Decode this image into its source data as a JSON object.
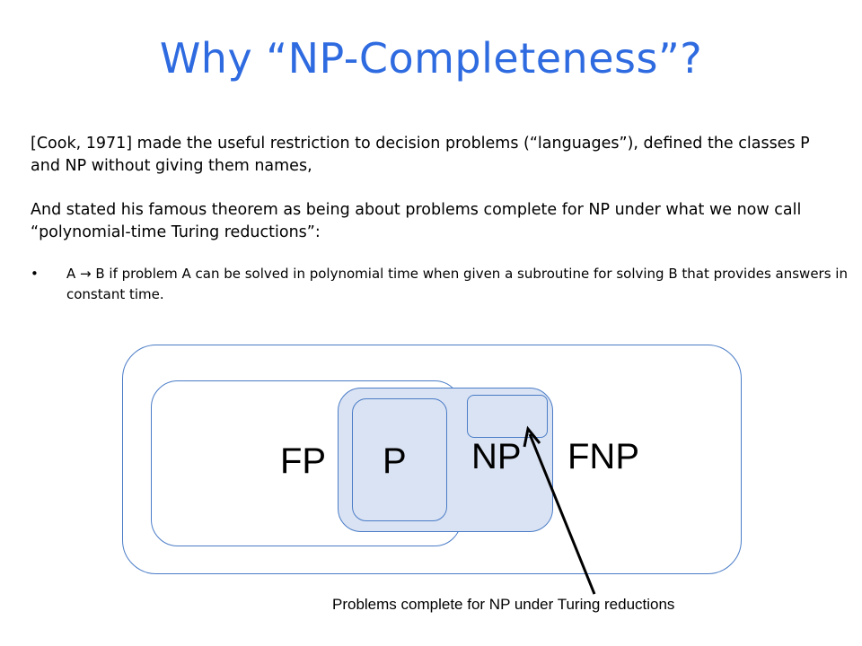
{
  "slide": {
    "title": "Why “NP-Completeness”?",
    "paragraph1": "[Cook, 1971] made the useful restriction to decision problems (“languages”), defined the classes P and NP without giving them names,",
    "paragraph2": "And stated his famous theorem as being about problems complete for NP under what we now call “polynomial-time Turing reductions”:",
    "bullet_marker": "•",
    "bullet1": "A → B if problem A can be solved in polynomial time when given a subroutine for solving B that provides answers in constant time."
  },
  "diagram": {
    "labels": {
      "fp": "FP",
      "p": "P",
      "np": "NP",
      "fnp": "FNP"
    },
    "caption": "Problems complete for NP under Turing reductions",
    "colors": {
      "border": "#4a7cc7",
      "fill": "#dae3f3",
      "title": "#2f6be0"
    }
  }
}
